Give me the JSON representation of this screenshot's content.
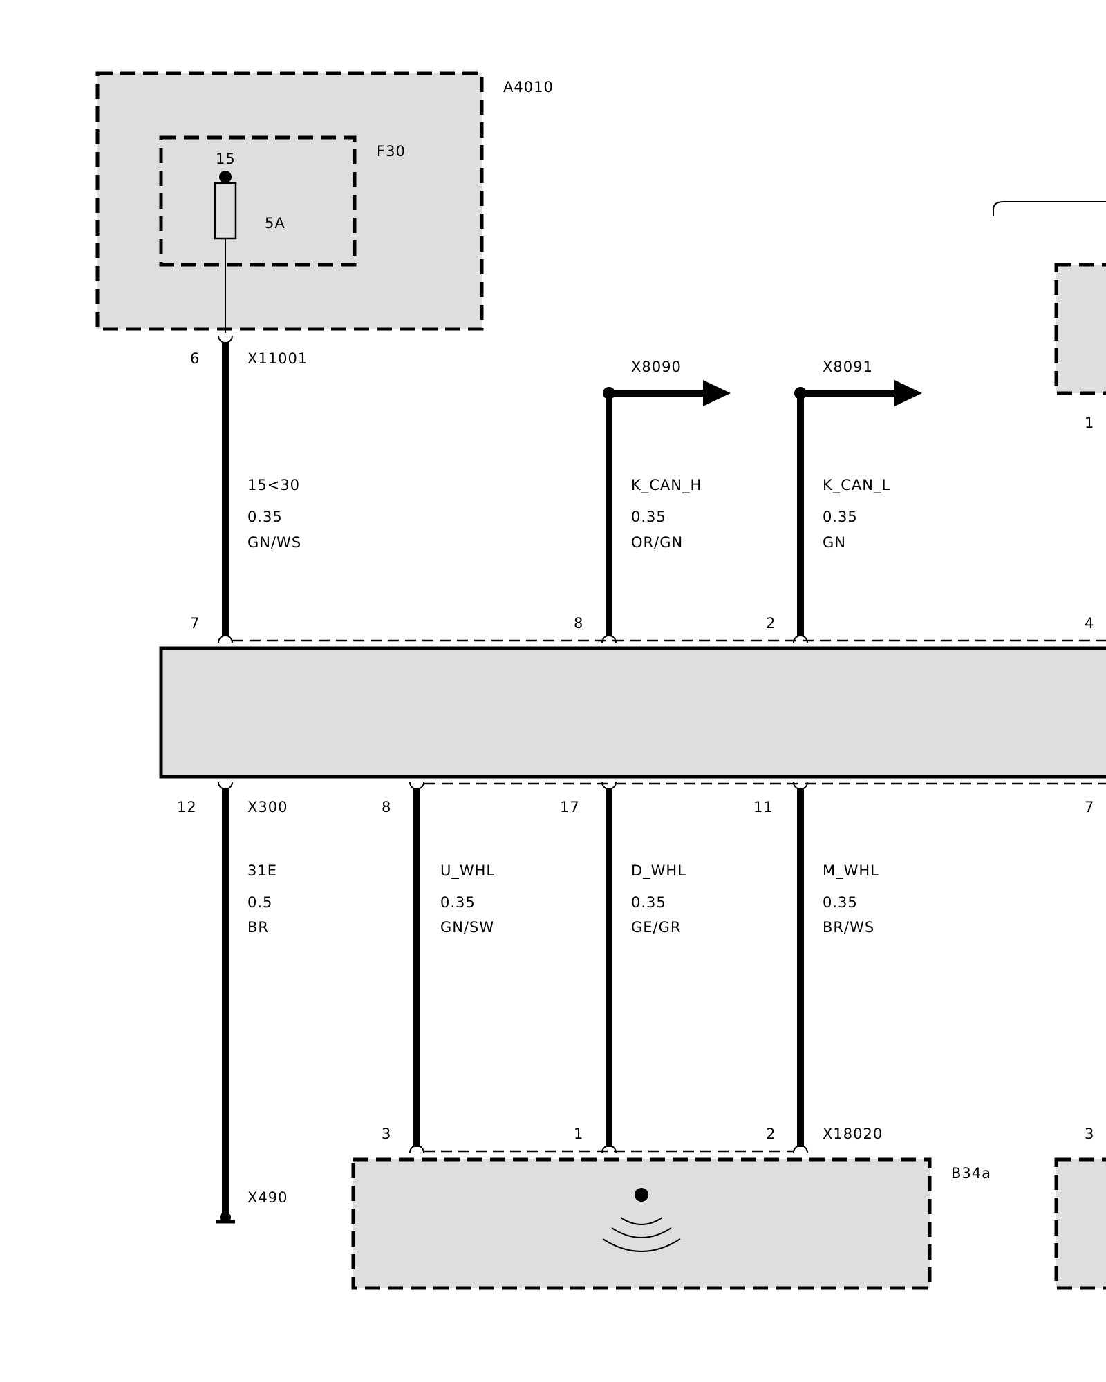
{
  "components": {
    "module_a4010": {
      "name": "A4010"
    },
    "fuse_f30": {
      "name": "F30",
      "pin": "15",
      "rating": "5A"
    },
    "sensor_b34a": {
      "name": "B34a"
    }
  },
  "connectors": {
    "x11001": {
      "name": "X11001",
      "pin": "6"
    },
    "x8090": {
      "name": "X8090"
    },
    "x8091": {
      "name": "X8091"
    },
    "x300": {
      "name": "X300"
    },
    "x490": {
      "name": "X490"
    },
    "x18020": {
      "name": "X18020"
    }
  },
  "control_unit": {
    "top_pins": [
      "7",
      "8",
      "2",
      "4"
    ],
    "bottom_pins": [
      "12",
      "8",
      "17",
      "11",
      "7"
    ]
  },
  "right_partial": {
    "top_pin": "1",
    "bottom_pin": "3"
  },
  "wires_top": [
    {
      "signal": "15<30",
      "gauge": "0.35",
      "color": "GN/WS"
    },
    {
      "signal": "K_CAN_H",
      "gauge": "0.35",
      "color": "OR/GN"
    },
    {
      "signal": "K_CAN_L",
      "gauge": "0.35",
      "color": "GN"
    }
  ],
  "wires_bottom": [
    {
      "signal": "31E",
      "gauge": "0.5",
      "color": "BR"
    },
    {
      "signal": "U_WHL",
      "gauge": "0.35",
      "color": "GN/SW"
    },
    {
      "signal": "D_WHL",
      "gauge": "0.35",
      "color": "GE/GR"
    },
    {
      "signal": "M_WHL",
      "gauge": "0.35",
      "color": "BR/WS"
    }
  ],
  "sensor_pins": [
    "3",
    "1",
    "2"
  ]
}
